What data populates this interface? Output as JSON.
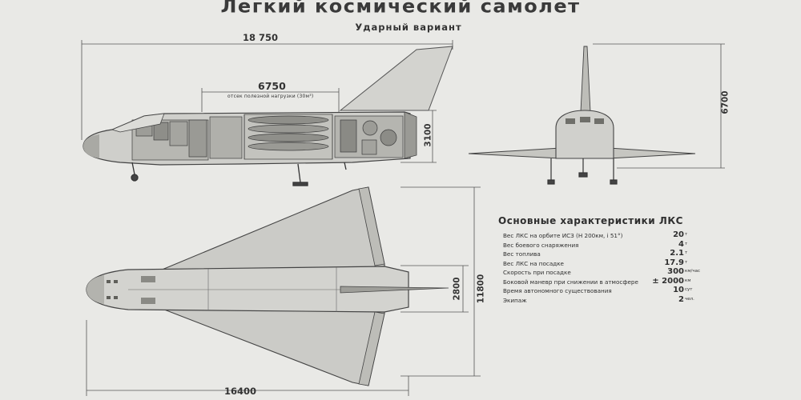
{
  "title": "Легкий космический самолет",
  "subtitle": "Ударный вариант",
  "dimensions": {
    "overall_length": "18 750",
    "payload_bay_length": "6750",
    "payload_bay_note": "отсек полезной нагрузки (30м³)",
    "fuselage_height": "3100",
    "span_height": "6700",
    "plan_length": "16400",
    "plan_fuselage_width": "2800",
    "wingspan": "11800"
  },
  "specs": {
    "title": "Основные характеристики ЛКС",
    "rows": [
      {
        "label": "Вес ЛКС на орбите ИСЗ (Н 200км, і 51°)",
        "value": "20",
        "unit": "т"
      },
      {
        "label": "Вес боевого снаряжения",
        "value": "4",
        "unit": "т"
      },
      {
        "label": "Вес топлива",
        "value": "2.1",
        "unit": "т"
      },
      {
        "label": "Вес ЛКС на посадке",
        "value": "17.9",
        "unit": "т"
      },
      {
        "label": "Скорость при посадке",
        "value": "300",
        "unit": "км/час"
      },
      {
        "label": "Боковой маневр при снижении в атмосфере",
        "value": "± 2000",
        "unit": "км"
      },
      {
        "label": "Время автономного существования",
        "value": "10",
        "unit": "сут"
      },
      {
        "label": "Экипаж",
        "value": "2",
        "unit": "чел."
      }
    ]
  },
  "colors": {
    "paper": "#e9e9e6",
    "ink": "#2b2b2b",
    "hull": "#c9c9c5",
    "hull_dark": "#8d8d88"
  }
}
